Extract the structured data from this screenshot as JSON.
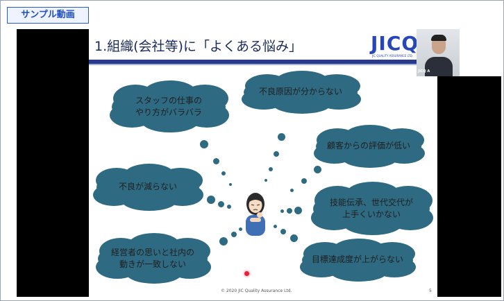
{
  "tag": {
    "label": "サンプル動画"
  },
  "slide": {
    "title": "1.組織(会社等)に「よくある悩み」",
    "logo": "JICQ",
    "logo_sub": "JIC QUALITY ASSURANCE LTD.",
    "footer": "© 2020 JIC Quality Assurance Ltd.",
    "page_number": "5",
    "worries": [
      "スタッフの仕事の\nやり方がバラバラ",
      "不良原因が分からない",
      "顧客からの評価が低い",
      "不良が減らない",
      "技能伝承、世代交代が\n上手くいかない",
      "経営者の思いと社内の\n動きが一致しない",
      "目標達成度が上がらない"
    ]
  },
  "video": {
    "label": "JICQ A"
  },
  "colors": {
    "cloud": "#2e6a82",
    "title": "#1a2a5a",
    "bar": "#2a3a8a",
    "logo": "#2747b8",
    "tag_border": "#2b5cc4",
    "laser": "#e8203a"
  }
}
